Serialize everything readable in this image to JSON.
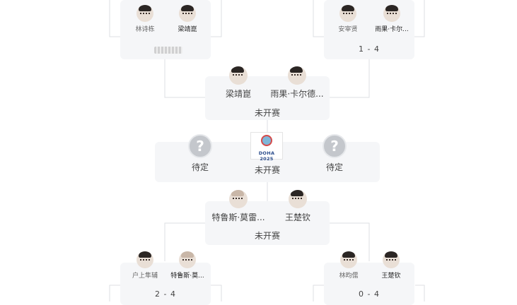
{
  "round_top_left": {
    "player1": {
      "name": "林诗栋"
    },
    "player2": {
      "name": "梁靖崑"
    }
  },
  "round_top_right": {
    "player1": {
      "name": "安宰贤"
    },
    "player2": {
      "name": "雨果·卡尔..."
    },
    "score": "1 - 4"
  },
  "semi_top": {
    "player1": {
      "name": "梁靖崑"
    },
    "player2": {
      "name": "雨果·卡尔德..."
    },
    "status": "未开赛"
  },
  "final": {
    "player1": {
      "name": "待定",
      "icon": "question-mark"
    },
    "player2": {
      "name": "待定",
      "icon": "question-mark"
    },
    "status": "未开赛",
    "event_logo_text": "DOHA 2025"
  },
  "semi_bottom": {
    "player1": {
      "name": "特鲁斯·莫雷..."
    },
    "player2": {
      "name": "王楚钦"
    },
    "status": "未开赛"
  },
  "round_bottom_left": {
    "player1": {
      "name": "户上隼辅"
    },
    "player2": {
      "name": "特鲁斯·莫..."
    },
    "score": "2 - 4"
  },
  "round_bottom_right": {
    "player1": {
      "name": "林昀儒"
    },
    "player2": {
      "name": "王楚钦"
    },
    "score": "0 - 4"
  },
  "colors": {
    "card_bg": "#f5f6f8",
    "line": "#dcdfe3",
    "placeholder": "#c4c7cc"
  }
}
